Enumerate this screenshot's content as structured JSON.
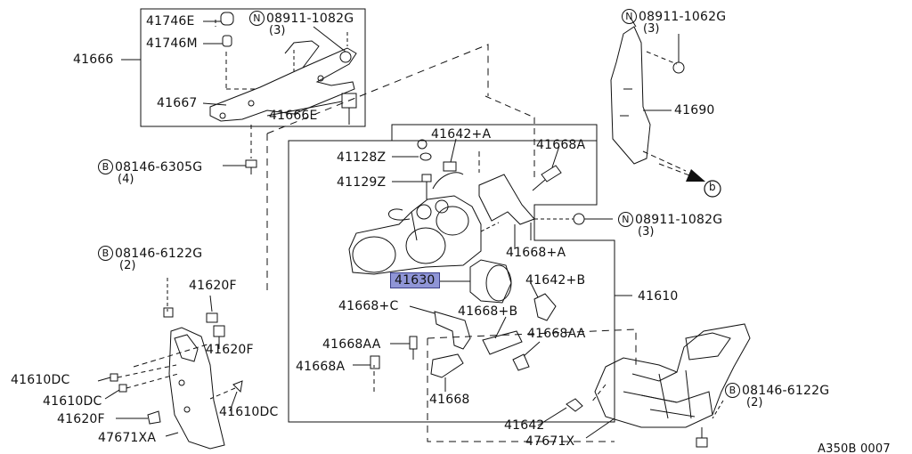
{
  "diagram": {
    "reference_code": "A350B 0007",
    "parts": {
      "p41746E": "41746E",
      "p41746M": "41746M",
      "p41666": "41666",
      "p41667": "41667",
      "p41666E": "41666E",
      "bolt_08146_6305G": {
        "prefix": "B",
        "code": "08146-6305G",
        "qty": "(4)"
      },
      "nut_08911_1082G_top": {
        "prefix": "N",
        "code": "08911-1082G",
        "qty": "(3)"
      },
      "nut_08911_1062G": {
        "prefix": "N",
        "code": "08911-1062G",
        "qty": "(3)"
      },
      "p41690": "41690",
      "ref_b": "b",
      "p41128Z": "41128Z",
      "p41129Z": "41129Z",
      "p41642A": "41642+A",
      "p41668A": "41668A",
      "nut_08911_1082G_mid": {
        "prefix": "N",
        "code": "08911-1082G",
        "qty": "(3)"
      },
      "p41668plusA": "41668+A",
      "p41630": "41630",
      "p41642B": "41642+B",
      "p41610": "41610",
      "bolt_08146_6122G_left": {
        "prefix": "B",
        "code": "08146-6122G",
        "qty": "(2)"
      },
      "p41620F_top": "41620F",
      "p41620F_mid": "41620F",
      "p41668C": "41668+C",
      "p41668B": "41668+B",
      "p41668AA_left": "41668AA",
      "p41668AA_right": "41668AA",
      "p41668A_low": "41668A",
      "p41668": "41668",
      "p41610DC_a": "41610DC",
      "p41610DC_b": "41610DC",
      "p41610DC_c": "41610DC",
      "p41620F_low": "41620F",
      "p47671XA": "47671XA",
      "p41642": "41642",
      "p47671X": "47671X",
      "bolt_08146_6122G_right": {
        "prefix": "B",
        "code": "08146-6122G",
        "qty": "(2)"
      }
    }
  }
}
